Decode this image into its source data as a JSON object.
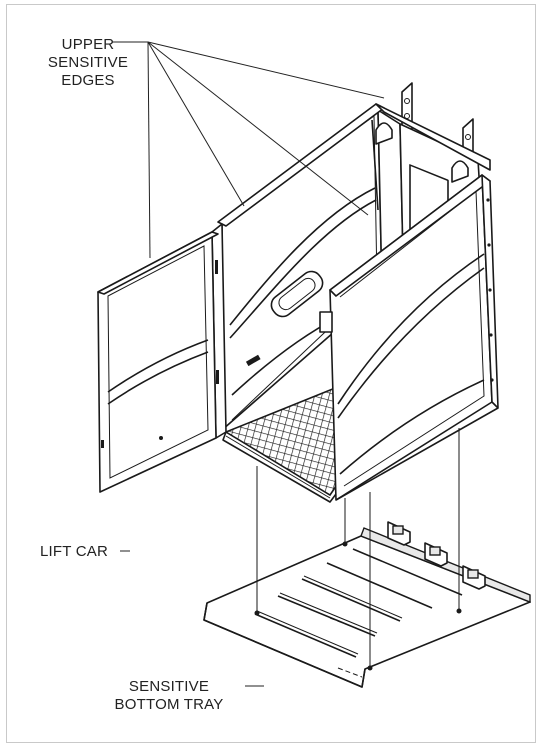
{
  "labels": {
    "upper_edges": [
      "UPPER",
      "SENSITIVE",
      "EDGES"
    ],
    "lift_car": "LIFT CAR",
    "bottom_tray": [
      "SENSITIVE",
      "BOTTOM TRAY"
    ]
  }
}
